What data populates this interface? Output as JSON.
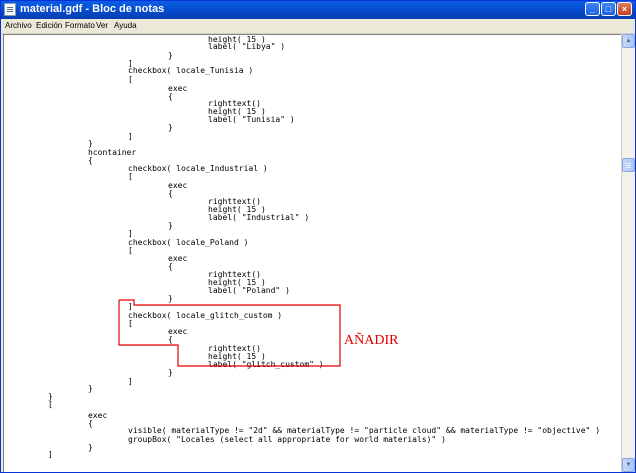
{
  "window": {
    "title": "material.gdf - Bloc de notas",
    "minimize_glyph": "_",
    "maximize_glyph": "□",
    "close_glyph": "×"
  },
  "menubar": {
    "items": [
      "Archivo",
      "Edición",
      "Formato",
      "Ver",
      "Ayuda"
    ]
  },
  "editor": {
    "lines": [
      "                        height( 15 )",
      "                        label( \"Libya\" )",
      "                }",
      "        ]",
      "        checkbox( locale_Tunisia )",
      "        [",
      "                exec",
      "                {",
      "                        righttext()",
      "                        height( 15 )",
      "                        label( \"Tunisia\" )",
      "                }",
      "        ]",
      "}",
      "hcontainer",
      "{",
      "        checkbox( locale_Industrial )",
      "        [",
      "                exec",
      "                {",
      "                        righttext()",
      "                        height( 15 )",
      "                        label( \"Industrial\" )",
      "                }",
      "        ]",
      "        checkbox( locale_Poland )",
      "        [",
      "                exec",
      "                {",
      "                        righttext()",
      "                        height( 15 )",
      "                        label( \"Poland\" )",
      "                }",
      "        ]",
      "        checkbox( locale_glitch_custom )",
      "        [",
      "                exec",
      "                {",
      "                        righttext()",
      "                        height( 15 )",
      "                        label( \"glitch_custom\" )",
      "                }",
      "        ]",
      "}",
      "}",
      "[",
      "",
      "exec",
      "{",
      "        visible( materialType != \"2d\" && materialType != \"particle cloud\" && materialType != \"objective\" )",
      "        groupBox( \"Locales (select all appropriate for world materials)\" )",
      "}",
      "]"
    ]
  },
  "annotation": {
    "label": "AÑADIR",
    "color": "#e00000"
  }
}
